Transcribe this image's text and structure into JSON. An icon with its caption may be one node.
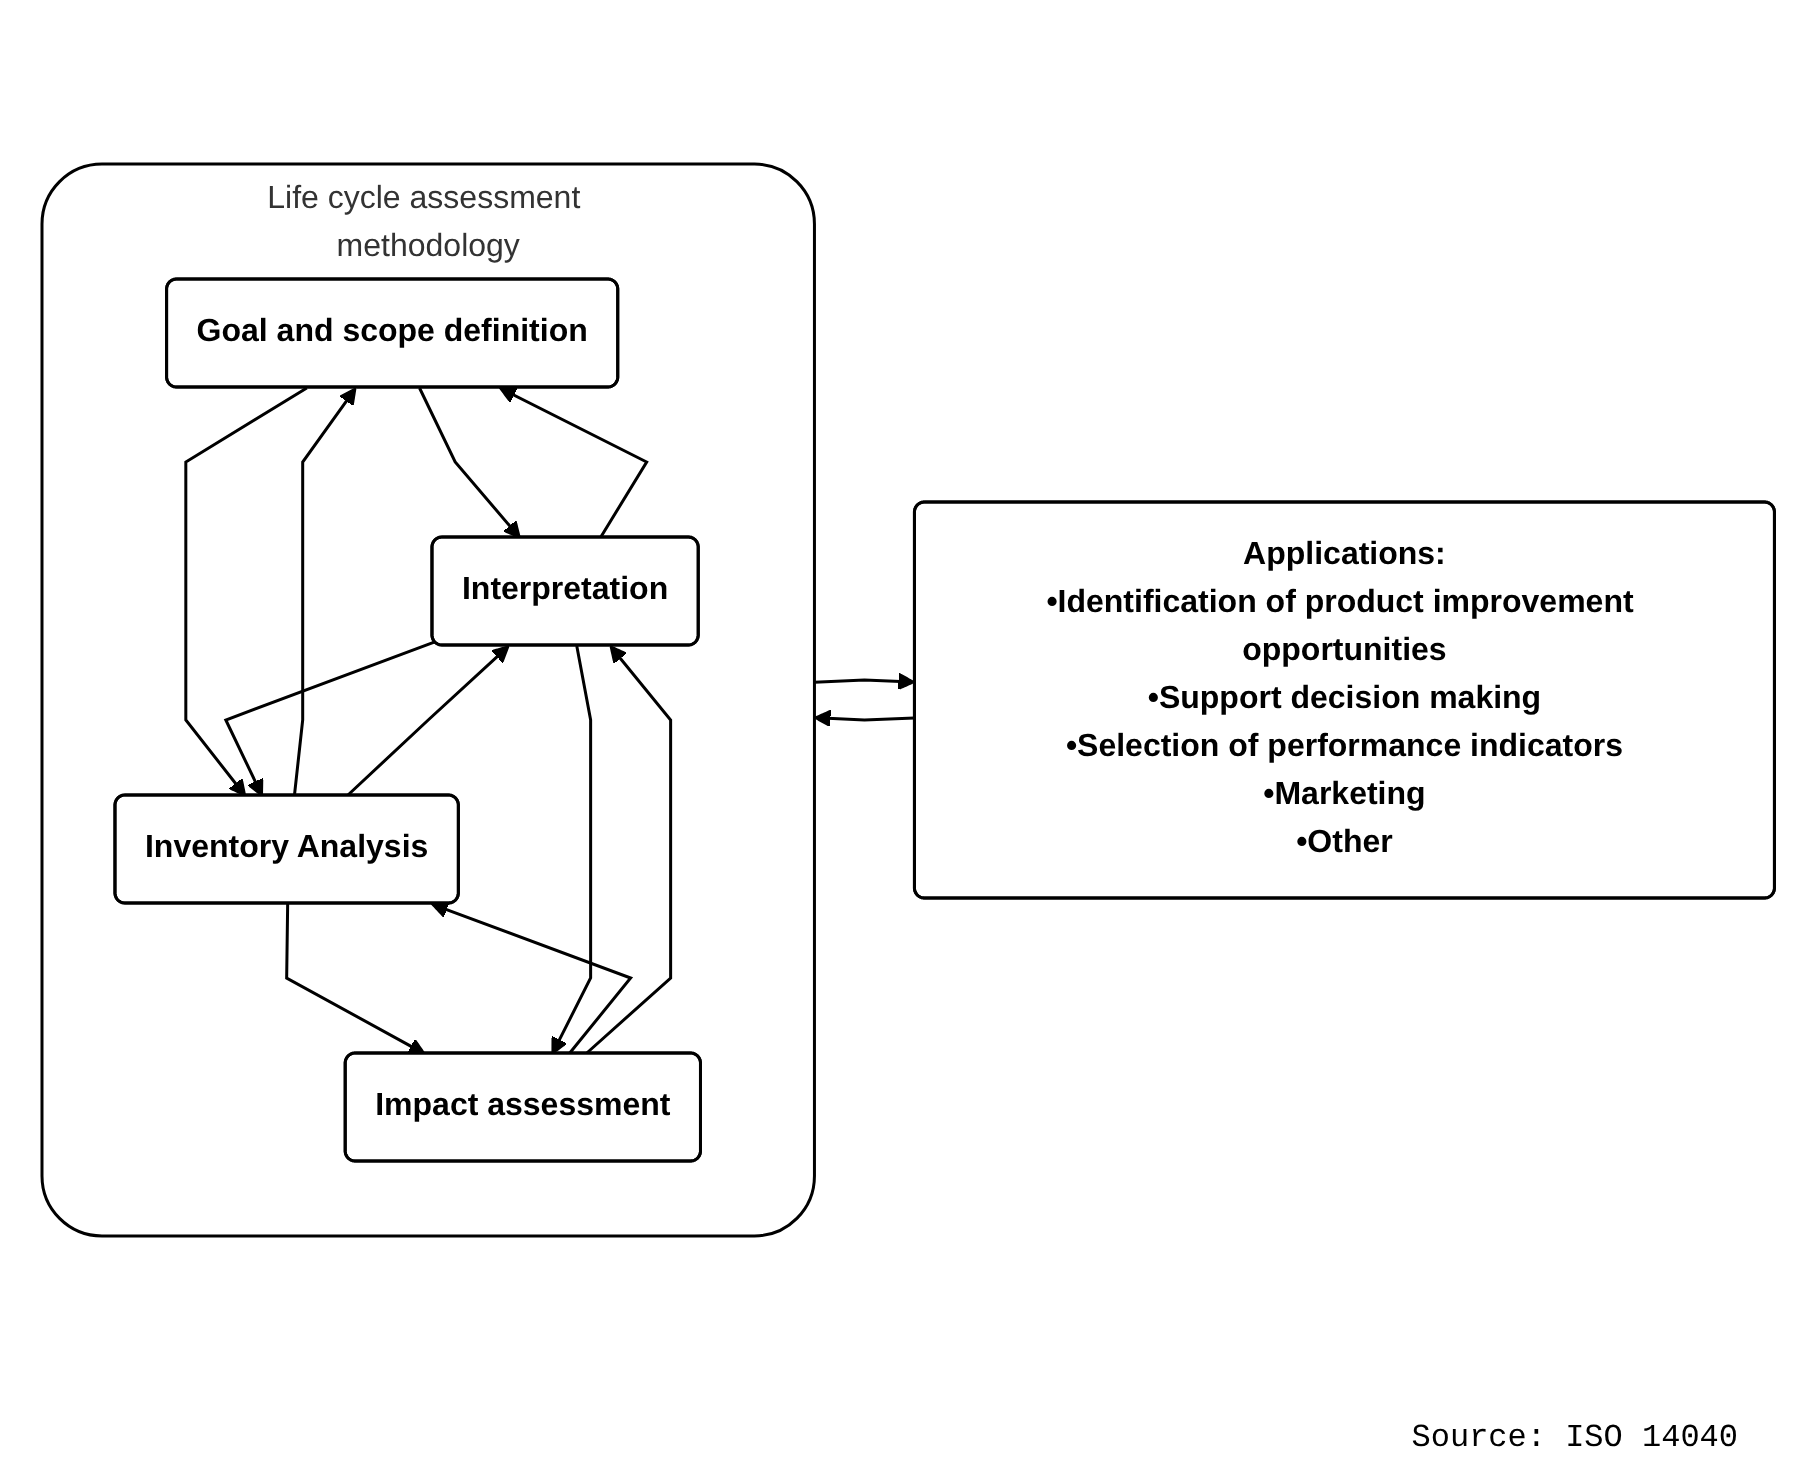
{
  "diagram": {
    "caption": "Source: ISO 14040",
    "nodes": [
      {
        "text": [
          "Life cycle assessment methodology"
        ]
      },
      {
        "text": [
          "Goal and scope definition"
        ],
        "in": 0
      },
      {
        "text": [
          "Inventory Analysis"
        ],
        "in": 0
      },
      {
        "text": [
          "Impact assessment"
        ],
        "in": 0
      },
      {
        "text": [
          "Interpretation"
        ],
        "in": 0
      },
      {
        "text": [
          "Applications:",
          "•Identification of product improvement opportunities",
          "•Support decision making",
          "•Selection of performance indicators",
          "•Marketing",
          "•Other"
        ]
      }
    ],
    "edges": [
      {
        "from": 1,
        "to": 4,
        "arrow": "to"
      },
      {
        "from": 4,
        "to": 1,
        "arrow": "to"
      },
      {
        "from": 1,
        "to": 2,
        "arrow": "to"
      },
      {
        "from": 2,
        "to": 1,
        "arrow": "to"
      },
      {
        "from": 2,
        "to": 4,
        "arrow": "to"
      },
      {
        "from": 4,
        "to": 2,
        "arrow": "to"
      },
      {
        "from": 2,
        "to": 3,
        "arrow": "to"
      },
      {
        "from": 3,
        "to": 2,
        "arrow": "to"
      },
      {
        "from": 3,
        "to": 4,
        "arrow": "to"
      },
      {
        "from": 4,
        "to": 3,
        "arrow": "to"
      },
      {
        "from": 0,
        "to": 5,
        "arrow": "to"
      },
      {
        "from": 5,
        "to": 0,
        "arrow": "to"
      }
    ]
  }
}
